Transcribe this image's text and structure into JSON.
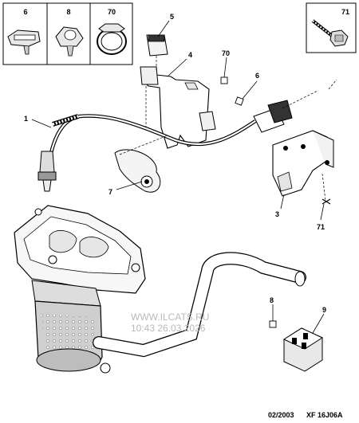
{
  "callouts": {
    "c1": "1",
    "c3": "3",
    "c4": "4",
    "c5": "5",
    "c6": "6",
    "c7": "7",
    "c8": "8",
    "c9": "9",
    "c70": "70",
    "c71": "71"
  },
  "legend_boxes": {
    "b6": "6",
    "b8": "8",
    "b70": "70",
    "b71": "71"
  },
  "watermark": {
    "line1": "WWW.ILCATS.RU",
    "line2": "10:43 26.03.2026"
  },
  "footer": {
    "date": "02/2003",
    "code": "XF 16J06A"
  }
}
